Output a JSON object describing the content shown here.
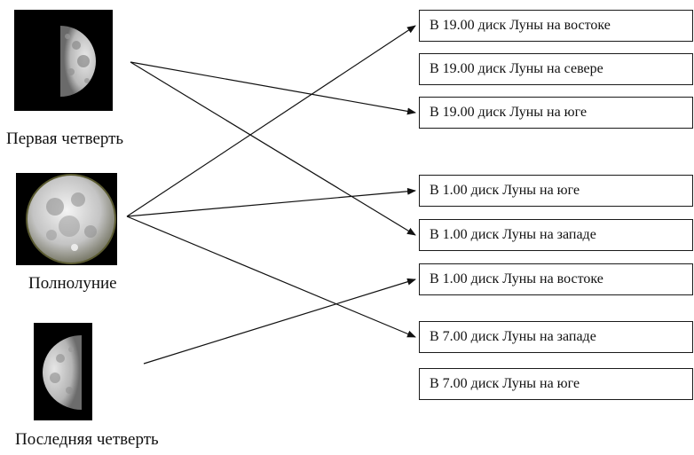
{
  "phases": [
    {
      "id": "first-quarter",
      "label": "Первая четверть",
      "icon": "first-quarter-moon-icon"
    },
    {
      "id": "full-moon",
      "label": "Полнолуние",
      "icon": "full-moon-icon"
    },
    {
      "id": "last-quarter",
      "label": "Последняя четверть",
      "icon": "last-quarter-moon-icon"
    }
  ],
  "statements": [
    "В 19.00 диск Луны на востоке",
    "В 19.00 диск Луны на севере",
    "В 19.00 диск Луны на юге",
    "В 1.00 диск Луны на юге",
    "В 1.00 диск Луны на западе",
    "В 1.00 диск Луны на востоке",
    "В 7.00 диск Луны на западе",
    "В 7.00 диск Луны на юге"
  ],
  "connections": [
    {
      "from": "first-quarter",
      "to": 2
    },
    {
      "from": "first-quarter",
      "to": 4
    },
    {
      "from": "full-moon",
      "to": 0
    },
    {
      "from": "full-moon",
      "to": 3
    },
    {
      "from": "full-moon",
      "to": 6
    },
    {
      "from": "last-quarter",
      "to": 5
    }
  ]
}
